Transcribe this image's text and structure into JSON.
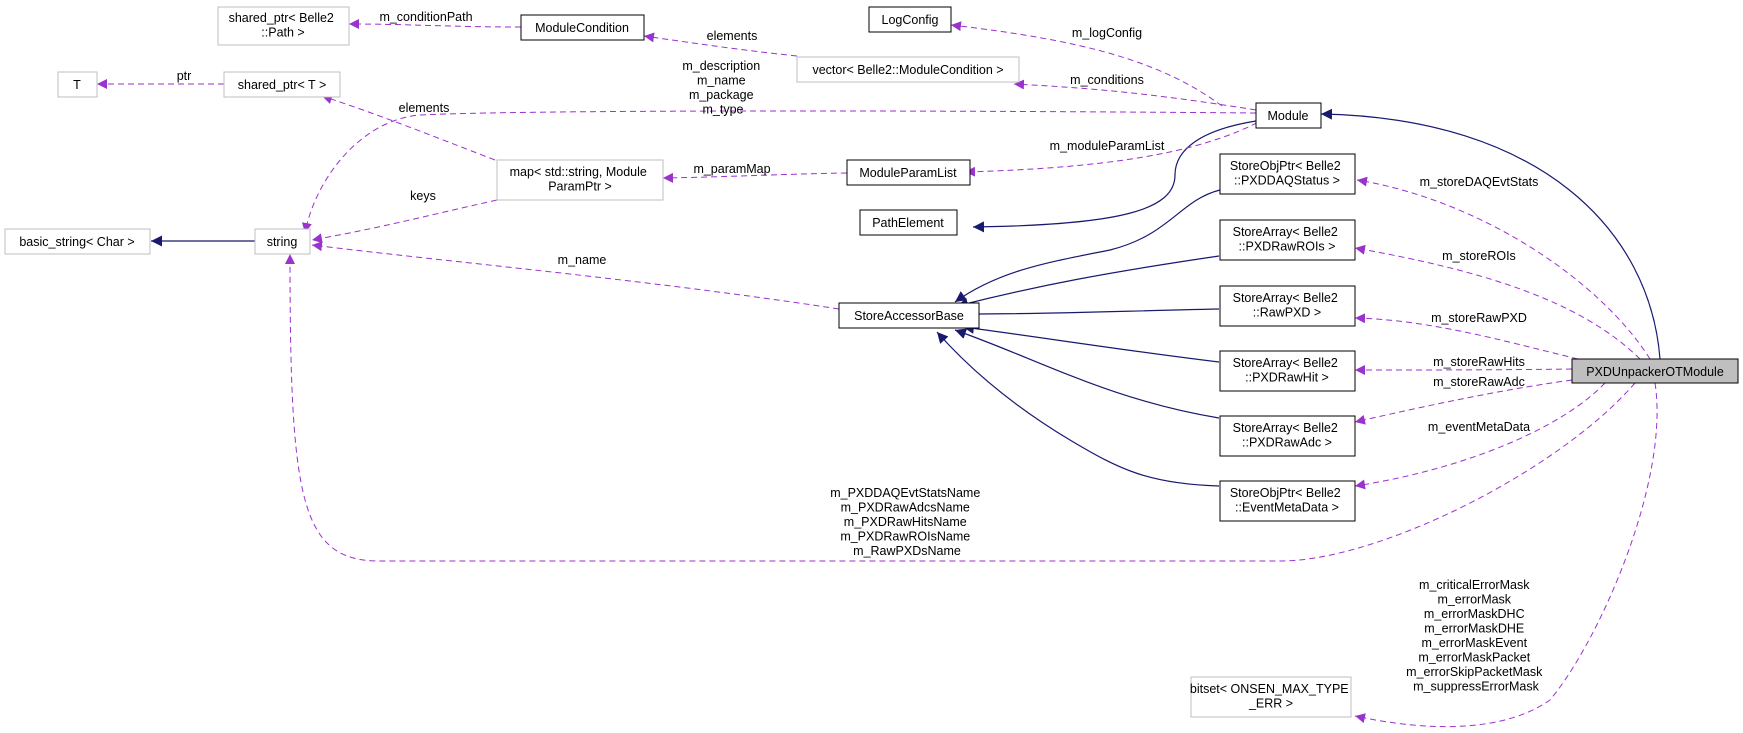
{
  "colors": {
    "inheritance": "#191970",
    "usage": "#9a32cd",
    "gray_box": "#bfbfbf",
    "root_fill": "#bfbfbf"
  },
  "nodes": {
    "T": {
      "lines": [
        "T"
      ]
    },
    "shared_ptr_T": {
      "lines": [
        "shared_ptr< T >"
      ]
    },
    "shared_ptr_path": {
      "lines": [
        "shared_ptr< Belle2",
        "::Path >"
      ]
    },
    "module_condition": {
      "lines": [
        "ModuleCondition"
      ]
    },
    "log_config": {
      "lines": [
        "LogConfig"
      ]
    },
    "vector_cond": {
      "lines": [
        "vector< Belle2::ModuleCondition >"
      ]
    },
    "module": {
      "lines": [
        "Module"
      ]
    },
    "basic_string": {
      "lines": [
        "basic_string< Char >"
      ]
    },
    "string": {
      "lines": [
        "string"
      ]
    },
    "map": {
      "lines": [
        "map< std::string, Module",
        "ParamPtr >"
      ]
    },
    "module_param_list": {
      "lines": [
        "ModuleParamList"
      ]
    },
    "path_element": {
      "lines": [
        "PathElement"
      ]
    },
    "store_accessor_base": {
      "lines": [
        "StoreAccessorBase"
      ]
    },
    "sop_daq": {
      "lines": [
        "StoreObjPtr< Belle2",
        "::PXDDAQStatus >"
      ]
    },
    "sa_rois": {
      "lines": [
        "StoreArray< Belle2",
        "::PXDRawROIs >"
      ]
    },
    "sa_rawpxd": {
      "lines": [
        "StoreArray< Belle2",
        "::RawPXD >"
      ]
    },
    "sa_rawhit": {
      "lines": [
        "StoreArray< Belle2",
        "::PXDRawHit >"
      ]
    },
    "sa_rawadc": {
      "lines": [
        "StoreArray< Belle2",
        "::PXDRawAdc >"
      ]
    },
    "sop_meta": {
      "lines": [
        "StoreObjPtr< Belle2",
        "::EventMetaData >"
      ]
    },
    "root": {
      "lines": [
        "PXDUnpackerOTModule"
      ]
    },
    "bitset": {
      "lines": [
        "bitset< ONSEN_MAX_TYPE",
        "_ERR >"
      ]
    }
  },
  "edge_labels": {
    "condition_path": [
      "m_conditionPath"
    ],
    "ptr": [
      "ptr"
    ],
    "elements_vector": [
      "elements"
    ],
    "log_config": [
      "m_logConfig"
    ],
    "conditions": [
      "m_conditions"
    ],
    "module_strings": [
      "m_description",
      "m_name",
      "m_package",
      "m_type"
    ],
    "elements_map": [
      "elements"
    ],
    "module_param_list": [
      "m_moduleParamList"
    ],
    "param_map": [
      "m_paramMap"
    ],
    "keys": [
      "keys"
    ],
    "name": [
      "m_name"
    ],
    "store_daq": [
      "m_storeDAQEvtStats"
    ],
    "store_rois": [
      "m_storeROIs"
    ],
    "store_rawpxd": [
      "m_storeRawPXD"
    ],
    "store_rawhits": [
      "m_storeRawHits"
    ],
    "store_rawadc": [
      "m_storeRawAdc"
    ],
    "event_meta": [
      "m_eventMetaData"
    ],
    "root_names": [
      "m_PXDDAQEvtStatsName",
      "m_PXDRawAdcsName",
      "m_PXDRawHitsName",
      "m_PXDRawROIsName",
      "m_RawPXDsName"
    ],
    "error_masks": [
      "m_criticalErrorMask",
      "m_errorMask",
      "m_errorMaskDHC",
      "m_errorMaskDHE",
      "m_errorMaskEvent",
      "m_errorMaskPacket",
      "m_errorSkipPacketMask",
      "m_suppressErrorMask"
    ]
  }
}
